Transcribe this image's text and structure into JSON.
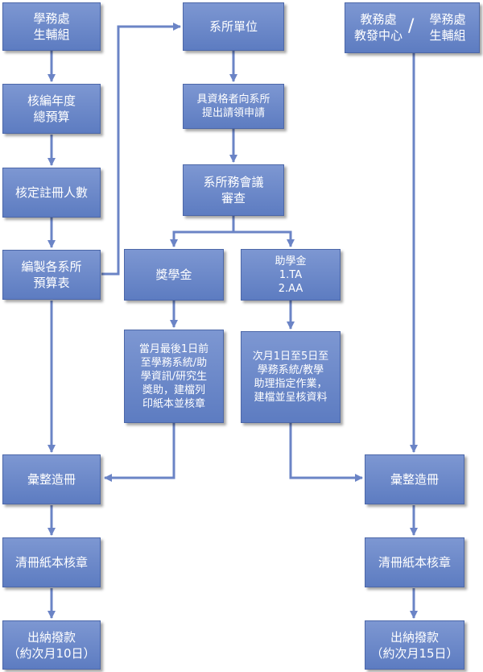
{
  "boxes": {
    "student_affairs": [
      "學務處",
      "生輔組"
    ],
    "annual_budget": [
      "核編年度",
      "總預算"
    ],
    "verify_enrollment": [
      "核定註冊人數"
    ],
    "dept_budget": [
      "編製各系所",
      "預算表"
    ],
    "dept_unit": [
      "系所單位"
    ],
    "qualified_apply": [
      "具資格者向系所",
      "提出請領申請"
    ],
    "dept_meeting": [
      "系所務會議",
      "審查"
    ],
    "scholarship": [
      "獎學金"
    ],
    "assistantship": [
      "助學金",
      "1.TA",
      "2.AA"
    ],
    "scholarship_process": [
      "當月最後1日前",
      "至學務系統/助",
      "學資訊/研究生",
      "獎助，建檔列",
      "印紙本並核章"
    ],
    "assistantship_process": [
      "次月1日至5日至",
      "學務系統/教學",
      "助理指定作業，",
      "建檔並呈核資料"
    ],
    "compile_left": [
      "彙整造冊"
    ],
    "stamp_left": [
      "清冊紙本核章"
    ],
    "pay_left": [
      "出納撥款",
      "（約次月10日）"
    ],
    "right_top_left": [
      "教務處",
      "教發中心"
    ],
    "right_top_slash": "/",
    "right_top_right": [
      "學務處",
      "生輔組"
    ],
    "compile_right": [
      "彙整造冊"
    ],
    "stamp_right": [
      "清冊紙本核章"
    ],
    "pay_right": [
      "出納撥款",
      "（約次月15日）"
    ]
  }
}
